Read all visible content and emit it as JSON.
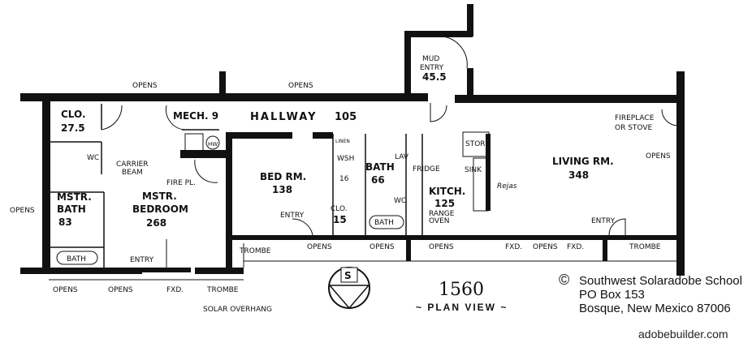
{
  "rooms": {
    "closet_master": {
      "name": "CLO.",
      "area": "27.5"
    },
    "mech": {
      "name": "MECH. 9"
    },
    "hallway": {
      "name": "HALLWAY",
      "area": "105"
    },
    "master_bath": {
      "name1": "MSTR.",
      "name2": "BATH",
      "area": "83"
    },
    "master_bedroom": {
      "name1": "MSTR.",
      "name2": "BEDROOM",
      "area": "268"
    },
    "bedroom": {
      "name": "BED RM.",
      "area": "138"
    },
    "bath": {
      "name": "BATH",
      "area": "66"
    },
    "closet": {
      "name": "CLO.",
      "area": "15"
    },
    "kitchen": {
      "name": "KITCH.",
      "area": "125"
    },
    "living": {
      "name": "LIVING RM.",
      "area": "348"
    },
    "mud_entry": {
      "name1": "MUD",
      "name2": "ENTRY",
      "area": "45.5"
    }
  },
  "annotations": {
    "opens": "OPENS",
    "trombe": "TROMBE",
    "fixed": "FXD.",
    "entry": "ENTRY",
    "carrier_beam1": "CARRIER",
    "carrier_beam2": "BEAM",
    "fireplace_small": "FIRE PL.",
    "fireplace1": "FIREPLACE",
    "fireplace2": "OR STOVE",
    "solar_overhang": "SOLAR OVERHANG",
    "fridge": "FRIDGE",
    "sink": "SINK",
    "range1": "RANGE",
    "range2": "OVEN",
    "rejas": "Rejas",
    "store": "STORE",
    "wc": "WC",
    "lav": "LAV",
    "bath_tub": "BATH",
    "wsh": "WSH",
    "dryer": "16",
    "linen": "LINEN",
    "water_heater": "HW",
    "compass": "S"
  },
  "title": {
    "number": "1560",
    "subtitle": "~ PLAN VIEW ~"
  },
  "credit": {
    "symbol": "©",
    "line1": "Southwest Solaradobe School",
    "line2": "PO Box 153",
    "line3": "Bosque, New Mexico 87006"
  },
  "watermark": "adobebuilder.com"
}
